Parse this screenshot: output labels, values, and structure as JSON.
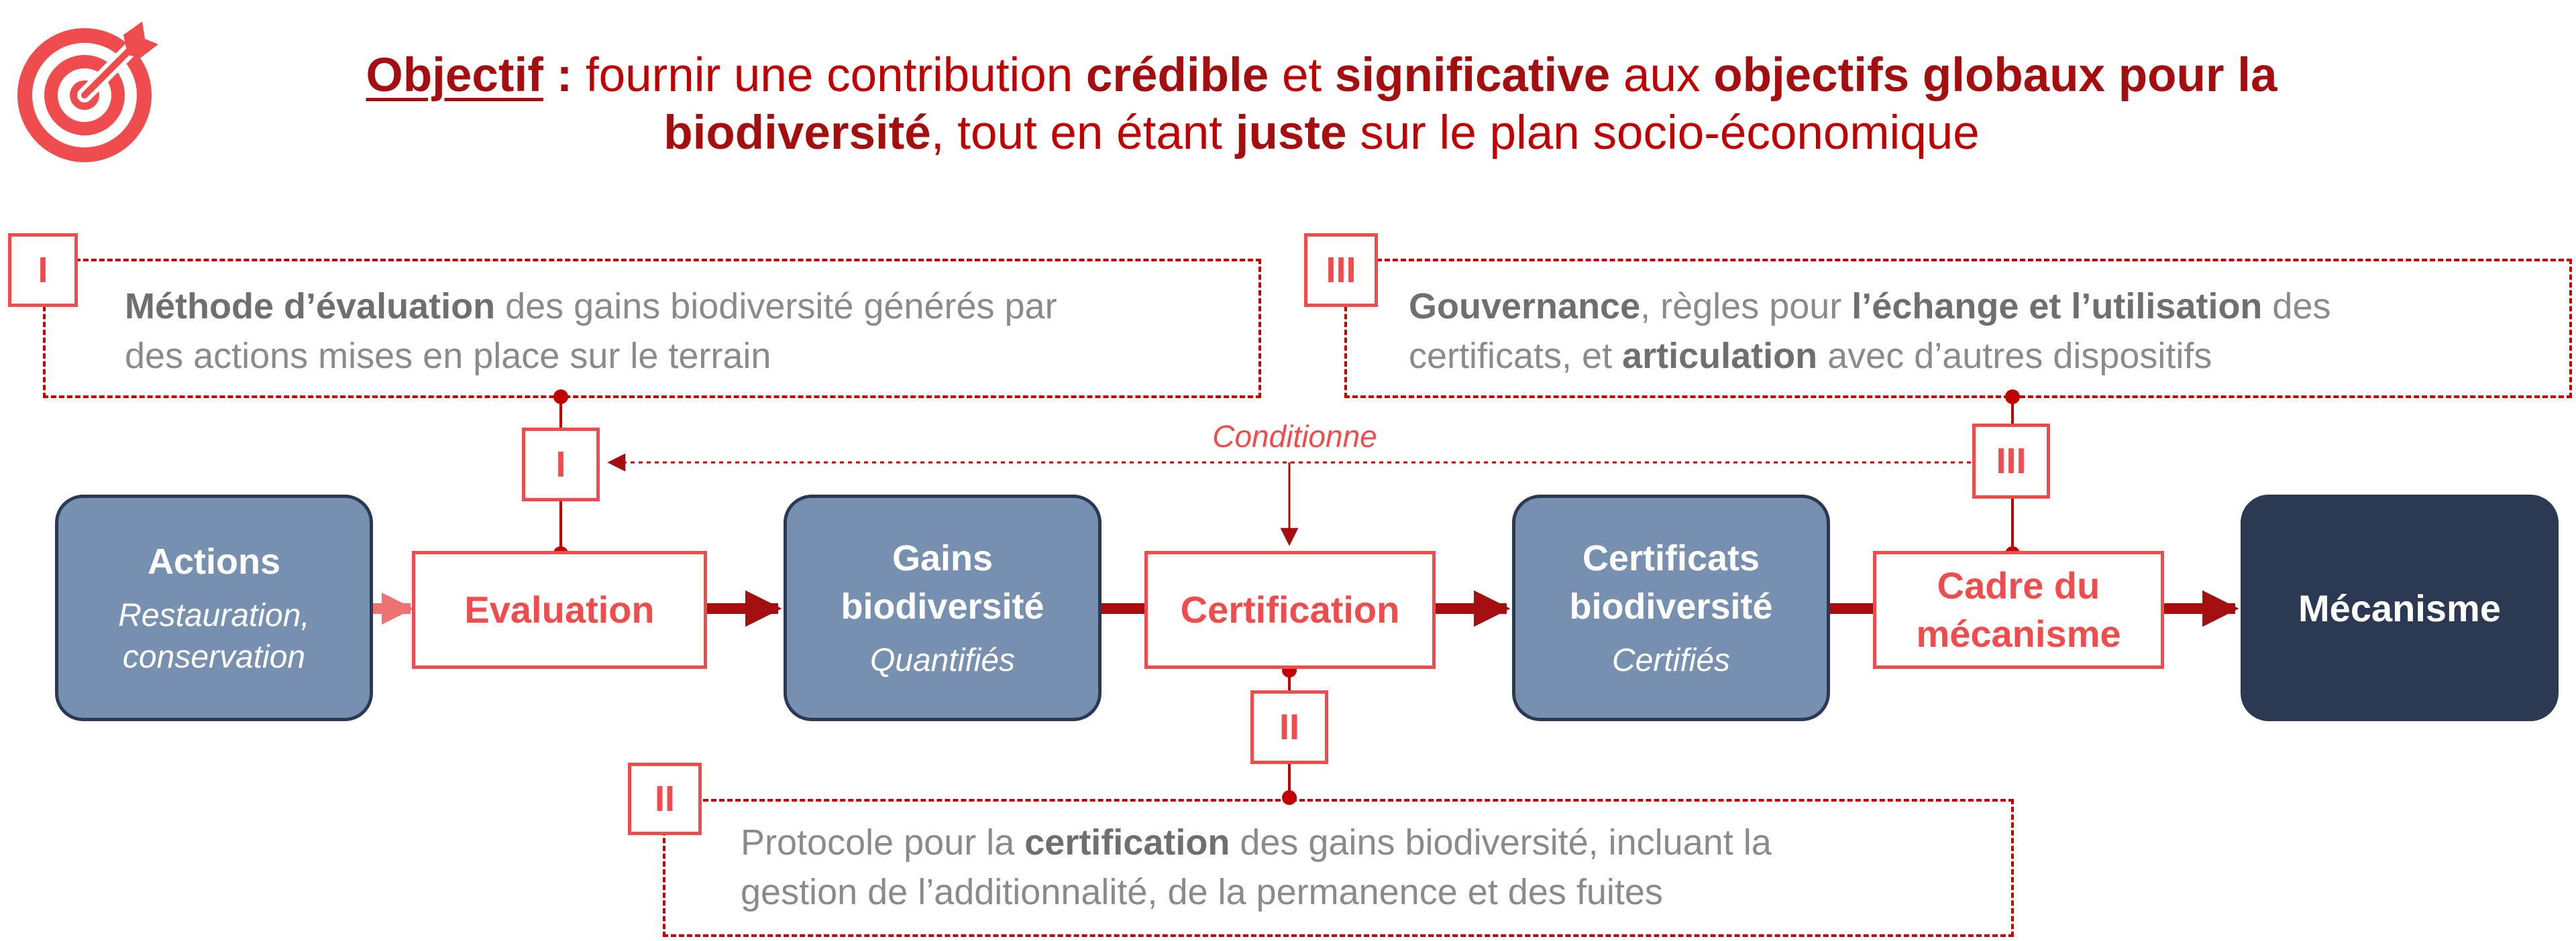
{
  "header": {
    "lead": "Objectif",
    "colon": " :",
    "t1": " fournir une contribution ",
    "b1": "crédible",
    "t2": " et ",
    "b2": "significative",
    "t3": " aux ",
    "b3": "objectifs globaux pour la",
    "b4": "biodiversité",
    "t4": ", tout en étant ",
    "b5": "juste",
    "t5": " sur le plan socio-économique"
  },
  "colors": {
    "accent": "#ef4d4d",
    "dark_red": "#c00000",
    "node_blue": "#7790b0",
    "node_dark": "#2b3a52",
    "text_gray": "#8a8a8a"
  },
  "boxes": {
    "one": {
      "tag": "I",
      "b1": "Méthode d’évaluation",
      "t1": " des gains biodiversité générés par",
      "t2": "des actions mises en place sur le terrain"
    },
    "three": {
      "tag": "III",
      "b1": "Gouvernance",
      "t1": ", règles pour ",
      "b2": "l’échange et l’utilisation",
      "t2": " des",
      "t3": "certificats, et ",
      "b3": "articulation",
      "t4": " avec d’autres dispositifs"
    },
    "two": {
      "tag": "II",
      "t1": "Protocole pour la ",
      "b1": "certification",
      "t2": " des gains biodiversité, incluant la",
      "t3": "gestion de l’additionnalité, de la permanence et des fuites"
    }
  },
  "chain": {
    "actions": {
      "title": "Actions",
      "sub1": "Restauration,",
      "sub2": "conservation"
    },
    "evaluation": "Evaluation",
    "gains": {
      "title1": "Gains",
      "title2": "biodiversité",
      "sub": "Quantifiés"
    },
    "certification": "Certification",
    "certificats": {
      "title1": "Certificats",
      "title2": "biodiversité",
      "sub": "Certifiés"
    },
    "cadre": {
      "line1": "Cadre du",
      "line2": "mécanisme"
    },
    "mecanisme": "Mécanisme"
  },
  "connector_tags": {
    "one": "I",
    "two": "II",
    "three": "III"
  },
  "conditionne": "Conditionne"
}
